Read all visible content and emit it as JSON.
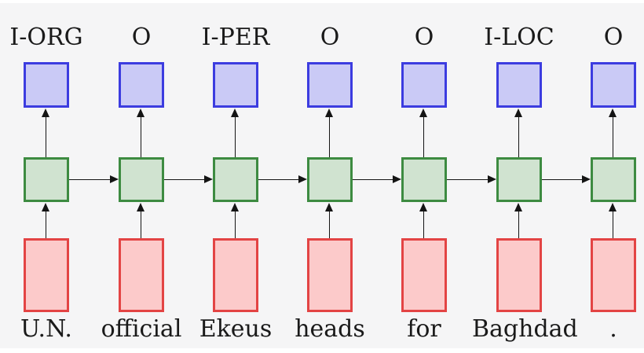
{
  "diagram": {
    "description": "rnn-sequence-labeling",
    "columns": [
      {
        "label": "I-ORG",
        "word": "U.N."
      },
      {
        "label": "O",
        "word": "official"
      },
      {
        "label": "I-PER",
        "word": "Ekeus"
      },
      {
        "label": "O",
        "word": "heads"
      },
      {
        "label": "O",
        "word": "for"
      },
      {
        "label": "I-LOC",
        "word": "Baghdad"
      },
      {
        "label": "O",
        "word": "."
      }
    ],
    "colors": {
      "output_box_border": "#3c3ce0",
      "output_box_fill": "#cacaf6",
      "hidden_box_border": "#3d8b41",
      "hidden_box_fill": "#d0e3d0",
      "input_box_border": "#e34444",
      "input_box_fill": "#fccaca",
      "arrow": "#141414",
      "background": "#f5f5f6"
    }
  }
}
